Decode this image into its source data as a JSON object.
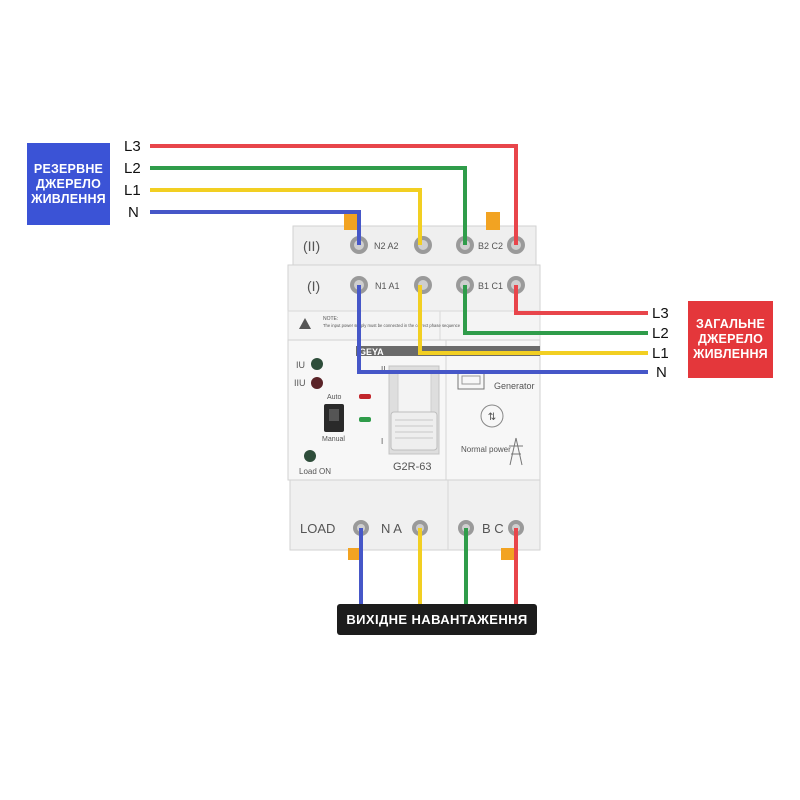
{
  "backup_source": {
    "label_lines": [
      "РЕЗЕРВНЕ",
      "ДЖЕРЕЛО",
      "ЖИВЛЕННЯ"
    ],
    "color": "#3b53d6",
    "wires": [
      "L3",
      "L2",
      "L1",
      "N"
    ]
  },
  "main_source": {
    "label_lines": [
      "ЗАГАЛЬНЕ",
      "ДЖЕРЕЛО",
      "ЖИВЛЕННЯ"
    ],
    "color": "#e4373b",
    "wires": [
      "L3",
      "L2",
      "L1",
      "N"
    ]
  },
  "output": {
    "label": "ВИХІДНЕ НАВАНТАЖЕННЯ"
  },
  "wire_colors": {
    "L3": "#e8454b",
    "L2": "#2f9c4a",
    "L1": "#f2cf22",
    "N": "#4657c8"
  },
  "device": {
    "brand": "GEYA",
    "model": "G2R-63",
    "row2_label": "(II)",
    "row1_label": "(I)",
    "row2_terminals_left": "N2 A2",
    "row2_terminals_right": "B2 C2",
    "row1_terminals_left": "N1 A1",
    "row1_terminals_right": "B1 C1",
    "note_title": "NOTE:",
    "note_text": "The input power supply must be connected in the correct phase sequence",
    "indicator_1": "IU",
    "indicator_2": "IIU",
    "auto_label": "Auto",
    "manual_label": "Manual",
    "load_on_label": "Load ON",
    "mark_I": "I",
    "mark_II": "II",
    "generator_label": "Generator",
    "normal_power_label": "Normal power",
    "load_label": "LOAD",
    "load_terminals_left": "N A",
    "load_terminals_right": "B C"
  }
}
